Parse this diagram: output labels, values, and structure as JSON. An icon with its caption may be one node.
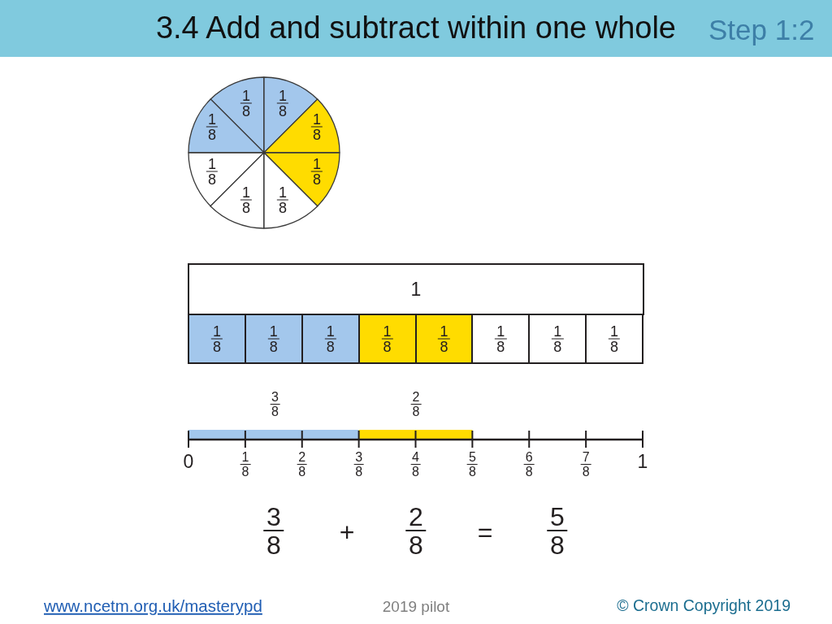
{
  "diagram": {
    "title": "3.4 Add and subtract within one whole",
    "nodes": [
      {
        "text": [
          "1",
          "8"
        ]
      },
      {
        "text": [
          "1",
          "8"
        ]
      },
      {
        "text": [
          "1",
          "8"
        ]
      },
      {
        "text": [
          "1",
          "8"
        ]
      },
      {
        "text": [
          "1",
          "8"
        ]
      },
      {
        "text": [
          "1",
          "8"
        ]
      },
      {
        "text": [
          "1",
          "8"
        ]
      },
      {
        "text": [
          "1",
          "8"
        ]
      },
      {
        "text": [
          "1"
        ]
      },
      {
        "text": [
          "1",
          "8"
        ]
      },
      {
        "text": [
          "1",
          "8"
        ]
      },
      {
        "text": [
          "1",
          "8"
        ]
      },
      {
        "text": [
          "1",
          "8"
        ]
      },
      {
        "text": [
          "1",
          "8"
        ]
      },
      {
        "text": [
          "1",
          "8"
        ]
      },
      {
        "text": [
          "1",
          "8"
        ]
      },
      {
        "text": [
          "1",
          "8"
        ]
      }
    ],
    "labels": [
      "Step 1:2",
      "3",
      "8",
      "2",
      "8",
      "0",
      "1",
      "8",
      "2",
      "8",
      "3",
      "8",
      "4",
      "8",
      "5",
      "8",
      "6",
      "8",
      "7",
      "8",
      "1",
      "3",
      "8",
      "+",
      "2",
      "8",
      "=",
      "5",
      "8",
      "www.ncetm.org.uk/masterypd",
      "2019 pilot",
      "© Crown Copyright 2019"
    ]
  }
}
